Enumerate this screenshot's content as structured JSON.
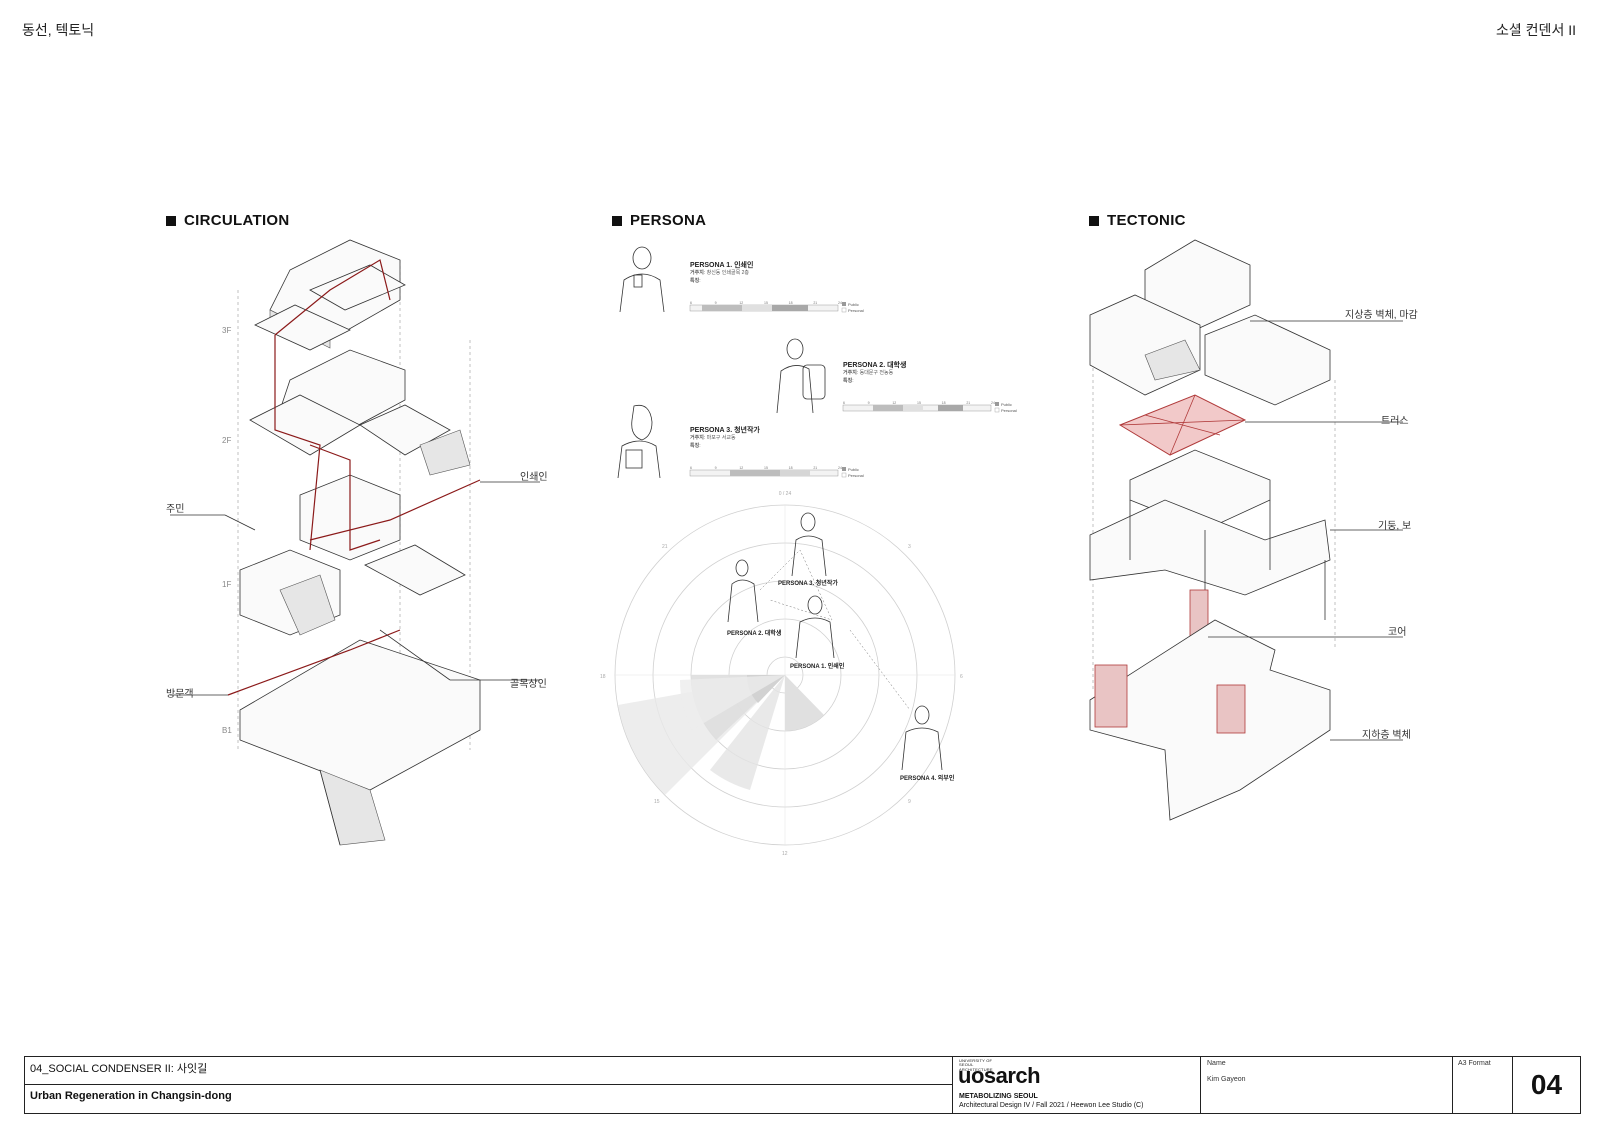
{
  "header": {
    "left": "동선, 텍토닉",
    "right": "소셜 컨덴서 II"
  },
  "sections": {
    "circulation": {
      "title": "CIRCULATION",
      "floors": [
        "3F",
        "2F",
        "1F",
        "B1"
      ],
      "labels": {
        "resident": "주민",
        "printer": "인쇄인",
        "visitor": "방문객",
        "merchant": "골목상인"
      }
    },
    "persona": {
      "title": "PERSONA",
      "items": [
        {
          "name": "PERSONA 1. 인쇄인",
          "residence_label": "거주지",
          "residence": "창신동 인쇄골목 2층",
          "feature_label": "특징"
        },
        {
          "name": "PERSONA 2. 대학생",
          "residence_label": "거주지",
          "residence": "동대문구 전농동",
          "feature_label": "특징"
        },
        {
          "name": "PERSONA 3. 청년작가",
          "residence_label": "거주지",
          "residence": "마포구 서교동",
          "feature_label": "특징"
        },
        {
          "name": "PERSONA 4. 외부인"
        }
      ],
      "legend": {
        "public": "Public",
        "personal": "Personal"
      },
      "timeline_ticks": [
        "6",
        "9",
        "12",
        "15",
        "18",
        "21",
        "24"
      ],
      "clock_ticks": [
        "0 / 24",
        "21",
        "18",
        "15",
        "12",
        "9",
        "6",
        "3"
      ]
    },
    "tectonic": {
      "title": "TECTONIC",
      "labels": {
        "upper_walls": "지상층 벽체, 마감",
        "truss": "트러스",
        "columns": "기둥, 보",
        "core": "코어",
        "basement_walls": "지하층 벽체"
      }
    }
  },
  "title_block": {
    "project_code": "04_SOCIAL CONDENSER II: 사잇길",
    "project_title": "Urban Regeneration in Changsin-dong",
    "school_small": "UNIVERSITY OF SEOUL ARCHITECTURE",
    "logo": "uosarch",
    "studio_title": "METABOLIZING SEOUL",
    "studio_detail": "Architectural Design IV / Fall 2021 / Heewon Lee Studio (C)",
    "name_label": "Name",
    "name_value": "Kim Gayeon",
    "format": "A3 Format",
    "page": "04"
  },
  "colors": {
    "accent_red": "#8b1a1a",
    "truss_fill": "#f2c9c9",
    "core_fill": "#e9c4c4"
  }
}
